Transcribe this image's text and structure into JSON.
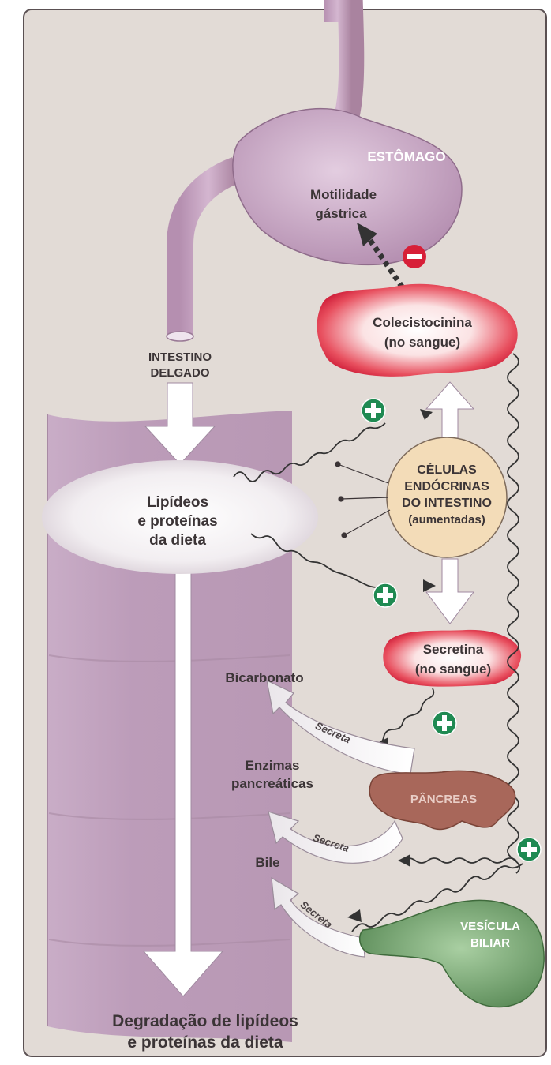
{
  "labels": {
    "stomach": "ESTÔMAGO",
    "gastric_motility_line1": "Motilidade",
    "gastric_motility_line2": "gástrica",
    "cck_line1": "Colecistocinina",
    "cck_line2": "(no sangue)",
    "small_intestine_line1": "INTESTINO",
    "small_intestine_line2": "DELGADO",
    "nutrients_line1": "Lipídeos",
    "nutrients_line2": "e proteínas",
    "nutrients_line3": "da dieta",
    "endocrine_line1": "CÉLULAS",
    "endocrine_line2": "ENDÓCRINAS",
    "endocrine_line3": "DO INTESTINO",
    "endocrine_line4": "(aumentadas)",
    "secretin_line1": "Secretina",
    "secretin_line2": "(no sangue)",
    "bicarbonate": "Bicarbonato",
    "enzymes_line1": "Enzimas",
    "enzymes_line2": "pancreáticas",
    "pancreas": "PÂNCREAS",
    "bile": "Bile",
    "gallbladder_line1": "VESÍCULA",
    "gallbladder_line2": "BILIAR",
    "secretes": "Secreta",
    "result_line1": "Degradação de lipídeos",
    "result_line2": "e proteínas da dieta"
  },
  "signs": {
    "inhibit": "−",
    "stimulate": "+"
  },
  "colors": {
    "background": "#e2dbd6",
    "intestine": "#bfa0bc",
    "stomach": "#c8a6c4",
    "hormone_red": "#d42a3c",
    "endocrine_cell": "#f3dcb8",
    "pancreas": "#a8675a",
    "gallbladder": "#6f9e6c",
    "plus_badge": "#1f8a52",
    "minus_badge": "#d71f38"
  }
}
